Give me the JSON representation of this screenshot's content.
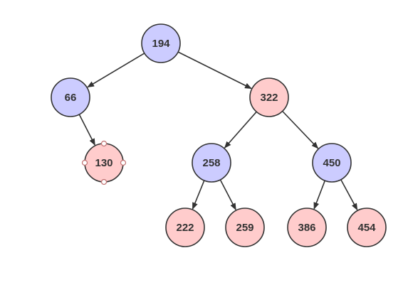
{
  "tree": {
    "colors": {
      "blue_fill": "#ccccff",
      "red_fill": "#ffcccc",
      "stroke": "#333333",
      "edge": "#333333",
      "selection_handle_stroke": "#c07070",
      "selection_handle_fill": "#ffffff"
    },
    "nodes": [
      {
        "id": "n194",
        "label": "194",
        "color": "blue"
      },
      {
        "id": "n66",
        "label": "66",
        "color": "blue"
      },
      {
        "id": "n322",
        "label": "322",
        "color": "red"
      },
      {
        "id": "n130",
        "label": "130",
        "color": "red",
        "selected": true
      },
      {
        "id": "n258",
        "label": "258",
        "color": "blue"
      },
      {
        "id": "n450",
        "label": "450",
        "color": "blue"
      },
      {
        "id": "n222",
        "label": "222",
        "color": "red"
      },
      {
        "id": "n259",
        "label": "259",
        "color": "red"
      },
      {
        "id": "n386",
        "label": "386",
        "color": "red"
      },
      {
        "id": "n454",
        "label": "454",
        "color": "red"
      }
    ],
    "edges": [
      {
        "from": "n194",
        "to": "n66"
      },
      {
        "from": "n194",
        "to": "n322"
      },
      {
        "from": "n66",
        "to": "n130"
      },
      {
        "from": "n322",
        "to": "n258"
      },
      {
        "from": "n322",
        "to": "n450"
      },
      {
        "from": "n258",
        "to": "n222"
      },
      {
        "from": "n258",
        "to": "n259"
      },
      {
        "from": "n450",
        "to": "n386"
      },
      {
        "from": "n450",
        "to": "n454"
      }
    ]
  }
}
